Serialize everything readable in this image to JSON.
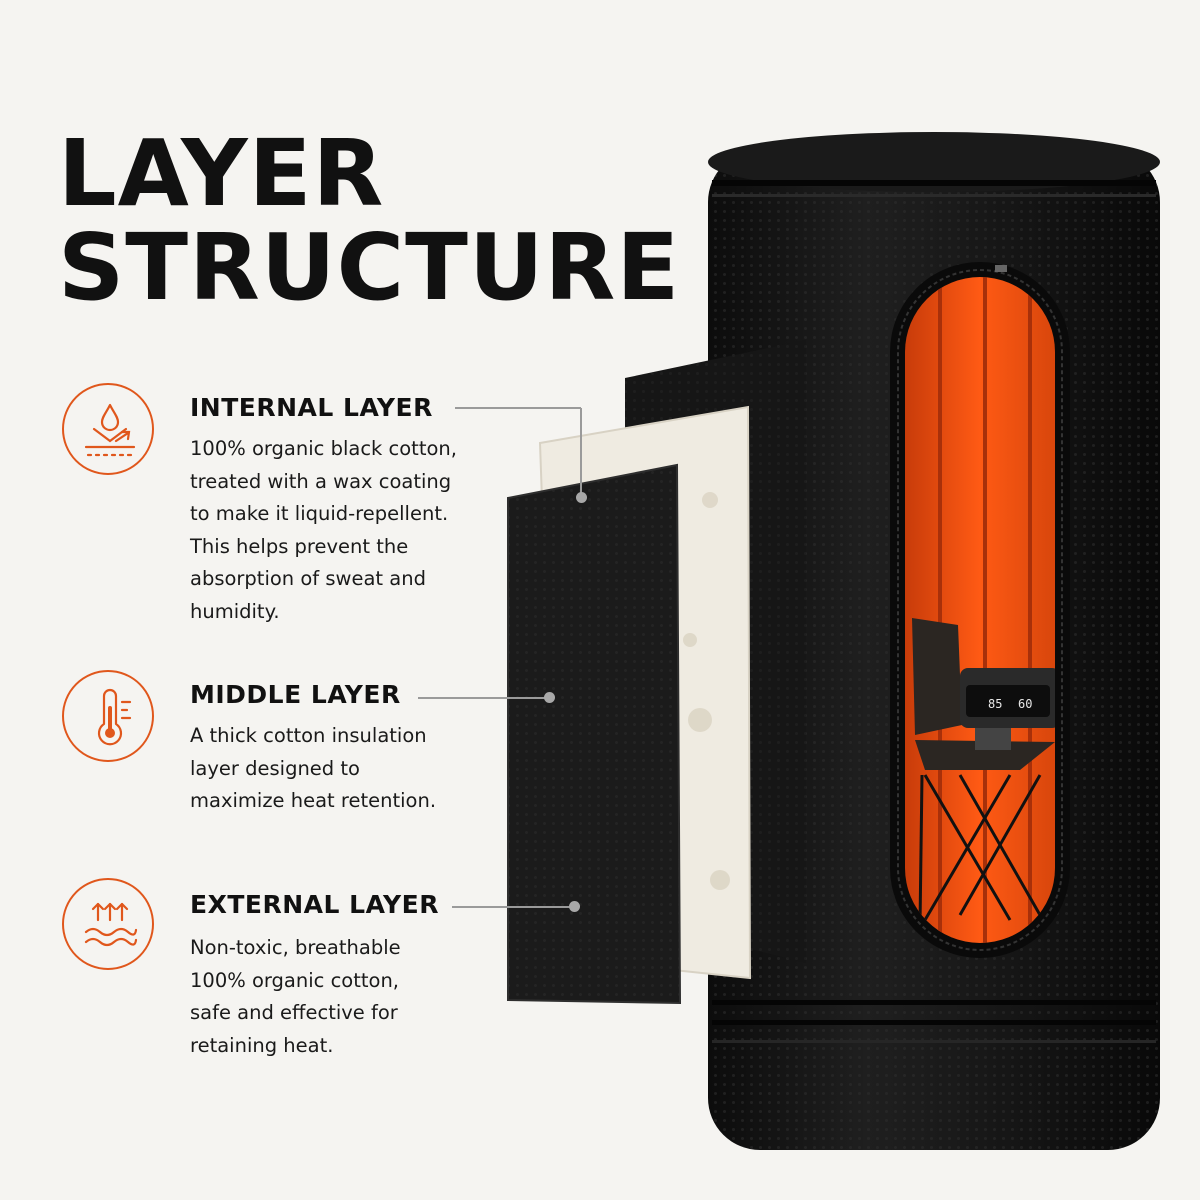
{
  "title": {
    "line1": "LAYER",
    "line2": "STRUCTURE"
  },
  "colors": {
    "accent": "#e0571c",
    "text": "#111111",
    "background": "#f5f4f1",
    "sauna": "#141414",
    "interior": "#ff5a14"
  },
  "features": [
    {
      "icon": "water-drop-repellent-icon",
      "title": "INTERNAL LAYER",
      "lines": [
        "100% organic black cotton,",
        "treated with a wax coating",
        "to make it liquid-repellent.",
        "This helps prevent the",
        "absorption of sweat and",
        "humidity."
      ]
    },
    {
      "icon": "thermometer-icon",
      "title": "MIDDLE LAYER",
      "lines": [
        "A thick cotton insulation",
        "layer designed to",
        "maximize heat retention."
      ]
    },
    {
      "icon": "heat-waves-icon",
      "title": "EXTERNAL LAYER",
      "lines": [
        "Non-toxic, breathable",
        "100% organic cotton,",
        "safe and effective for",
        "retaining heat."
      ]
    }
  ],
  "heater": {
    "temp_left": "85",
    "temp_right": "60"
  }
}
